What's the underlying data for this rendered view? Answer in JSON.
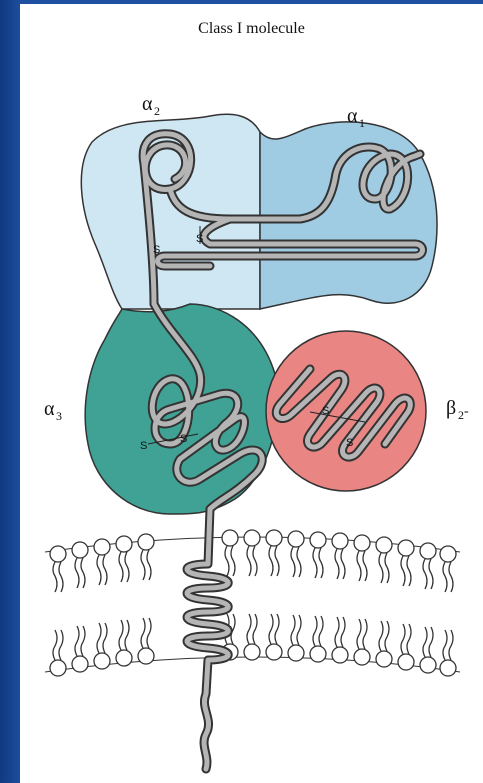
{
  "diagram": {
    "title": "Class I molecule",
    "domains": {
      "alpha1": {
        "label_base": "α",
        "label_sub": "1"
      },
      "alpha2": {
        "label_base": "α",
        "label_sub": "2"
      },
      "alpha3": {
        "label_base": "α",
        "label_sub": "3"
      },
      "beta2m": {
        "label_base": "β",
        "label_sub": "2",
        "label_suffix": "-"
      }
    },
    "disulfide": {
      "alpha2_top": "S",
      "alpha2_bottom": "S",
      "alpha3_left": "S",
      "alpha3_right": "S",
      "beta2_left": "S",
      "beta2_right": "S"
    },
    "colors": {
      "alpha2_fill": "#cfe6f3",
      "alpha1_fill": "#9fcbe3",
      "alpha3_fill": "#3fa295",
      "beta2_fill": "#e98683",
      "chain": "#9c9c9c",
      "background": "#1a4896"
    }
  }
}
